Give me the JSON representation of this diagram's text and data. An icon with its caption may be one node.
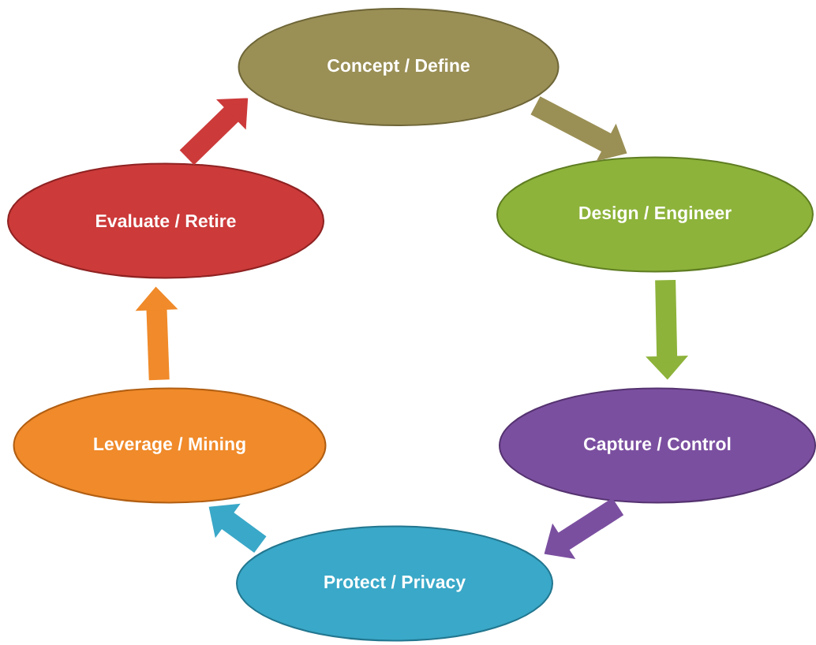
{
  "diagram": {
    "nodes": [
      {
        "text": [
          "Concept / Define"
        ]
      },
      {
        "text": [
          "Design / Engineer"
        ]
      },
      {
        "text": [
          "Capture / Control"
        ]
      },
      {
        "text": [
          "Protect / Privacy"
        ]
      },
      {
        "text": [
          "Leverage / Mining"
        ]
      },
      {
        "text": [
          "Evaluate / Retire"
        ]
      }
    ],
    "edges": [
      {
        "from": 0,
        "to": 1,
        "arrow": "to",
        "color": "#9a8f55"
      },
      {
        "from": 1,
        "to": 2,
        "arrow": "to",
        "color": "#8db33a"
      },
      {
        "from": 2,
        "to": 3,
        "arrow": "to",
        "color": "#7b4fa0"
      },
      {
        "from": 3,
        "to": 4,
        "arrow": "to",
        "color": "#3aa8c8"
      },
      {
        "from": 4,
        "to": 5,
        "arrow": "to",
        "color": "#f08a2a"
      },
      {
        "from": 5,
        "to": 0,
        "arrow": "to",
        "color": "#cc3a3a"
      }
    ]
  }
}
